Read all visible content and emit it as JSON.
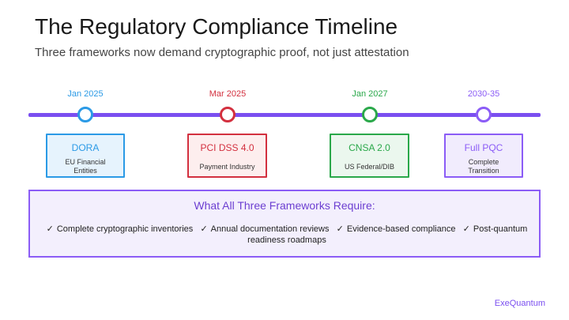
{
  "header": {
    "title": "The Regulatory Compliance Timeline",
    "subtitle": "Three frameworks now demand cryptographic proof, not just attestation"
  },
  "colors": {
    "timeline": "#7b4ff0",
    "blue": "#2b9ae6",
    "red": "#d3303f",
    "green": "#2aa84a",
    "purple": "#8b5cf6"
  },
  "milestones": [
    {
      "date": "Jan 2025",
      "name": "DORA",
      "description": "EU Financial Entities",
      "color": "blue"
    },
    {
      "date": "Mar 2025",
      "name": "PCI DSS 4.0",
      "description": "Payment Industry",
      "color": "red"
    },
    {
      "date": "Jan 2027",
      "name": "CNSA 2.0",
      "description": "US Federal/DIB",
      "color": "green"
    },
    {
      "date": "2030-35",
      "name": "Full PQC",
      "description": "Complete Transition",
      "color": "purple"
    }
  ],
  "summary": {
    "title": "What All Three Frameworks Require:",
    "check_icon": "check-icon",
    "check_glyph": "✓",
    "items": [
      "Complete cryptographic inventories",
      "Annual documentation reviews",
      "Evidence-based compliance",
      "Post-quantum readiness roadmaps"
    ]
  },
  "footer": {
    "brand": "ExeQuantum"
  }
}
